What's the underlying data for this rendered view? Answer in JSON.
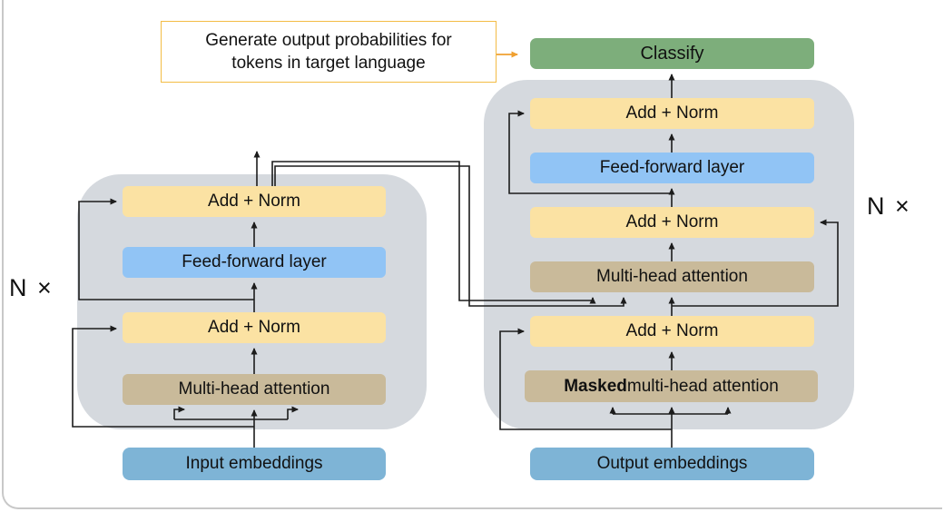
{
  "annotation": {
    "line1": "Generate output probabilities for",
    "line2": "tokens in target language"
  },
  "classify": {
    "label": "Classify"
  },
  "encoder": {
    "n_label": "N ×",
    "boxes": {
      "add_norm_top": "Add + Norm",
      "feed_forward": "Feed-forward layer",
      "add_norm_bottom": "Add + Norm",
      "attention": "Multi-head attention"
    },
    "embedding": "Input embeddings"
  },
  "decoder": {
    "n_label": "N ×",
    "boxes": {
      "add_norm_top": "Add + Norm",
      "feed_forward": "Feed-forward layer",
      "add_norm_mid": "Add + Norm",
      "attention": "Multi-head attention",
      "add_norm_low": "Add + Norm",
      "masked_attention_bold": "Masked",
      "masked_attention_rest": " multi-head attention"
    },
    "embedding": "Output embeddings"
  },
  "colors": {
    "block_gray": "#d5d9de",
    "add_norm_yellow": "#fbe2a3",
    "feed_forward_blue": "#91c4f5",
    "attention_tan": "#c9ba9a",
    "classify_green": "#7dae7b",
    "embedding_steel_blue": "#7eb4d6",
    "callout_border_orange": "#f3bc45",
    "callout_arrow_orange": "#f0a030",
    "wire_black": "#1c1c1c",
    "frame_gray": "#c8c8c8"
  }
}
